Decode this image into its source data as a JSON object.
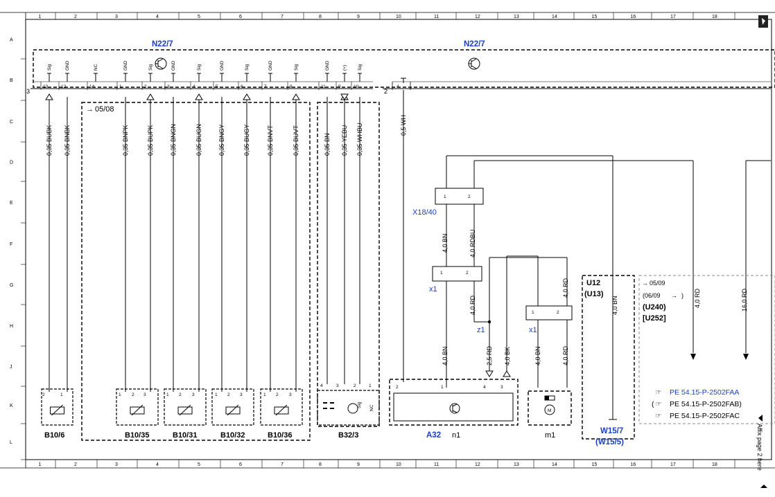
{
  "grid": {
    "columns": [
      "1",
      "2",
      "3",
      "4",
      "5",
      "6",
      "7",
      "8",
      "9",
      "10",
      "11",
      "12",
      "13",
      "14",
      "15",
      "16",
      "17",
      "18"
    ],
    "rows": [
      "A",
      "B",
      "C",
      "D",
      "E",
      "F",
      "G",
      "H",
      "J",
      "K",
      "L"
    ]
  },
  "module_labels": {
    "left": "N22/7",
    "right": "N22/7",
    "bus_left_number": "3",
    "bus_right_number": "2"
  },
  "connector_pins_left": [
    {
      "pin": "13",
      "type": "Sig"
    },
    {
      "pin": "12",
      "type": "GND"
    },
    {
      "pin": "14",
      "type": "NC"
    },
    {
      "pin": "1",
      "type": "GND"
    },
    {
      "pin": "2",
      "type": "Sig"
    },
    {
      "pin": "3",
      "type": "GND"
    },
    {
      "pin": "4",
      "type": "Sig"
    },
    {
      "pin": "5",
      "type": "GND"
    },
    {
      "pin": "6",
      "type": "Sig"
    },
    {
      "pin": "7",
      "type": "GND"
    },
    {
      "pin": "8",
      "type": "Sig"
    },
    {
      "pin": "11",
      "type": "GND"
    },
    {
      "pin": "9",
      "type": "(+)"
    },
    {
      "pin": "10",
      "type": "Sig"
    }
  ],
  "connector_pins_right": [
    {
      "pin": "4"
    }
  ],
  "wires": [
    "0,35 BUBK",
    "0,35 BNBK",
    "0,35 BNPK",
    "0,35 BUPK",
    "0,35 BNGN",
    "0,35 BUGN",
    "0,35 BNGY",
    "0,35 BUGY",
    "0,35 BNVT",
    "0,35 BUVT",
    "0,35 BN",
    "0,35 YEBU",
    "0,35 WHBU",
    "0,5 WH",
    "4,0 BN",
    "4,0 RDBU",
    "4,0 RD",
    "4,0 BN",
    "2,5 RD",
    "4,0 BK",
    "4,0 BN",
    "4,0 RD",
    "4,0 RD",
    "4,0 BN",
    "4,0 RD",
    "16,0 RD"
  ],
  "year_note_left": "05/08",
  "components": {
    "b10_6": "B10/6",
    "b10_35": "B10/35",
    "b10_31": "B10/31",
    "b10_32": "B10/32",
    "b10_36": "B10/36",
    "b32_3": "B32/3",
    "a32": "A32",
    "n1": "n1",
    "m1": "m1",
    "x18_40": "X18/40",
    "x1": "x1",
    "z1": "z1",
    "w15_7": "W15/7",
    "w15_5": "(W15/5)",
    "u12": "U12",
    "u13": "(U13)",
    "nc": "NC",
    "sig": "Sig"
  },
  "variant_box": {
    "line1": "05/09",
    "line2": "(06/09",
    "line2_tail": ")",
    "line3": "(U240)",
    "line4": "[U252]"
  },
  "references": [
    {
      "text": "PE 54.15-P-2502FAA",
      "color": "#1a3fd0"
    },
    {
      "text": "PE 54.15-P-2502FAB)",
      "color": "#000000"
    },
    {
      "text": "PE 54.15-P-2502FAC",
      "color": "#000000"
    }
  ],
  "reference_prefix_open": "(",
  "side_note": "Affix page 2 here"
}
